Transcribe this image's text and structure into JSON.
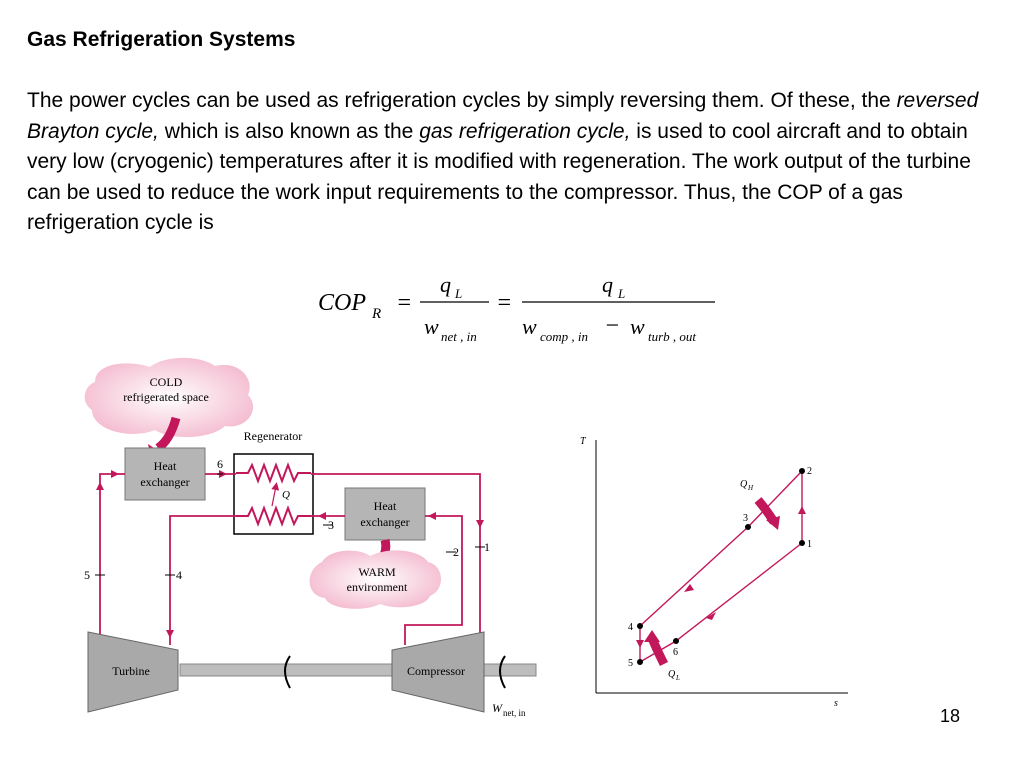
{
  "slide": {
    "title": "Gas Refrigeration Systems",
    "paragraph": {
      "part1": "The power cycles can be used as refrigeration cycles by simply reversing them. Of these, the ",
      "italic1": "reversed Brayton cycle,",
      "part2": " which is also known as the ",
      "italic2": "gas refrigeration cycle,",
      "part3": " is used to cool aircraft and to obtain very low (cryogenic) temperatures after it is modified with regeneration. The work output of the turbine can be used to reduce the work input requirements to the compressor. Thus, the COP of a gas refrigeration cycle is"
    },
    "page_number": "18"
  },
  "equation": {
    "cop": "COP",
    "cop_sub": "R",
    "eq1": "=",
    "eq2": "=",
    "minus": "−",
    "q": "q",
    "q_sub": "L",
    "w": "w",
    "w_net_sub": "net , in",
    "w_comp_sub": "comp , in",
    "w_turb_sub": "turb , out"
  },
  "schematic": {
    "cold_line1": "COLD",
    "cold_line2": "refrigerated space",
    "warm_line1": "WARM",
    "warm_line2": "environment",
    "hx_left_line1": "Heat",
    "hx_left_line2": "exchanger",
    "hx_right_line1": "Heat",
    "hx_right_line2": "exchanger",
    "regenerator": "Regenerator",
    "q_label": "Q",
    "turbine": "Turbine",
    "compressor": "Compressor",
    "wnet": "W",
    "wnet_sub": "net, in",
    "state_1": "1",
    "state_2": "2",
    "state_3": "3",
    "state_4": "4",
    "state_5": "5",
    "state_6": "6",
    "accent_color": "#c2185b",
    "cloud_color": "#f6c3d6",
    "gray_color": "#a9a9a9"
  },
  "ts_diagram": {
    "y_axis": "T",
    "x_axis": "s",
    "qh": "Q",
    "qh_sub": "H",
    "ql": "Q",
    "ql_sub": "L",
    "pt1": "1",
    "pt2": "2",
    "pt3": "3",
    "pt4": "4",
    "pt5": "5",
    "pt6": "6"
  }
}
